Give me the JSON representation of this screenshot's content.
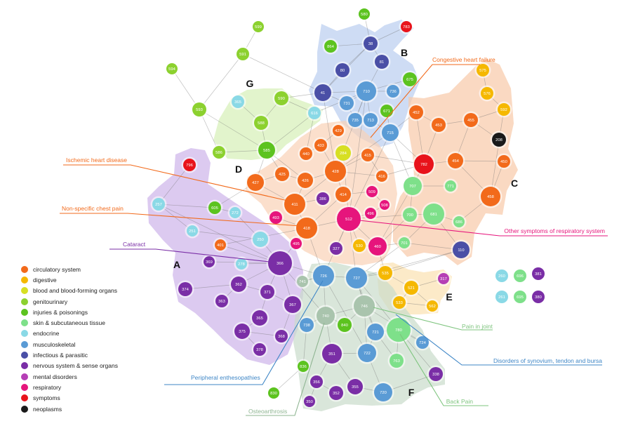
{
  "colors": {
    "circulatory": "#f26a1b",
    "digestive": "#f5b800",
    "blood": "#d7df23",
    "genitourinary": "#8cd12f",
    "injuries": "#5cc31f",
    "skin": "#7ee08a",
    "endocrine": "#8ad9e6",
    "musculoskeletal": "#5a9bd5",
    "infectious": "#4a4fa6",
    "nervous": "#7a2ea6",
    "mental": "#b53fb5",
    "respiratory": "#e6157c",
    "symptoms": "#e8131b",
    "neoplasms": "#1a1a1a",
    "osteo": "#a9c4ad"
  },
  "legend": [
    {
      "label": "circulatory system",
      "cat": "circulatory"
    },
    {
      "label": "digestive",
      "cat": "digestive"
    },
    {
      "label": "blood and blood-forming organs",
      "cat": "blood"
    },
    {
      "label": "genitourinary",
      "cat": "genitourinary"
    },
    {
      "label": "injuries & poisonings",
      "cat": "injuries"
    },
    {
      "label": "skin & subcutaneous tissue",
      "cat": "skin"
    },
    {
      "label": "endocrine",
      "cat": "endocrine"
    },
    {
      "label": "musculoskeletal",
      "cat": "musculoskeletal"
    },
    {
      "label": "infectious & parasitic",
      "cat": "infectious"
    },
    {
      "label": "nervous system & sense organs",
      "cat": "nervous"
    },
    {
      "label": "mental disorders",
      "cat": "mental"
    },
    {
      "label": "respiratory",
      "cat": "respiratory"
    },
    {
      "label": "symptoms",
      "cat": "symptoms"
    },
    {
      "label": "neoplasms",
      "cat": "neoplasms"
    }
  ],
  "clusters": [
    {
      "label": "A",
      "fill": "#cdb3ea"
    },
    {
      "label": "B",
      "fill": "#b9cdf0"
    },
    {
      "label": "C",
      "fill": "#f8c9a8"
    },
    {
      "label": "D",
      "fill": "#f9d2b6"
    },
    {
      "label": "E",
      "fill": "#fbe1b0"
    },
    {
      "label": "F",
      "fill": "#c9dccb"
    },
    {
      "label": "G",
      "fill": "#d6efb6"
    }
  ],
  "annotations": [
    {
      "text": "Congestive heart failure",
      "color": "#f26a1b"
    },
    {
      "text": "Ischemic heart disease",
      "color": "#f26a1b"
    },
    {
      "text": "Non-specific chest pain",
      "color": "#f26a1b"
    },
    {
      "text": "Cataract",
      "color": "#7a2ea6"
    },
    {
      "text": "Other symptoms of respiratory system",
      "color": "#e6157c"
    },
    {
      "text": "Pain in joint",
      "color": "#7ec47e"
    },
    {
      "text": "Disorders of synovium, tendon and bursa",
      "color": "#3e86c6"
    },
    {
      "text": "Peripheral enthesopathies",
      "color": "#3e86c6"
    },
    {
      "text": "Back Pain",
      "color": "#7ec47e"
    },
    {
      "text": "Osteoarthrosis",
      "color": "#8fb592"
    }
  ],
  "nodes": [
    {
      "id": "580",
      "cat": "injuries"
    },
    {
      "id": "783",
      "cat": "symptoms"
    },
    {
      "id": "599",
      "cat": "genitourinary"
    },
    {
      "id": "591",
      "cat": "genitourinary"
    },
    {
      "id": "594",
      "cat": "genitourinary"
    },
    {
      "id": "593",
      "cat": "genitourinary"
    },
    {
      "id": "864",
      "cat": "injuries"
    },
    {
      "id": "38",
      "cat": "infectious"
    },
    {
      "id": "80",
      "cat": "infectious"
    },
    {
      "id": "81",
      "cat": "infectious"
    },
    {
      "id": "41",
      "cat": "infectious"
    },
    {
      "id": "710",
      "cat": "musculoskeletal"
    },
    {
      "id": "736",
      "cat": "musculoskeletal"
    },
    {
      "id": "731",
      "cat": "musculoskeletal"
    },
    {
      "id": "735",
      "cat": "musculoskeletal"
    },
    {
      "id": "713",
      "cat": "musculoskeletal"
    },
    {
      "id": "675",
      "cat": "injuries"
    },
    {
      "id": "671",
      "cat": "injuries"
    },
    {
      "id": "715",
      "cat": "musculoskeletal"
    },
    {
      "id": "575",
      "cat": "digestive"
    },
    {
      "id": "576",
      "cat": "digestive"
    },
    {
      "id": "592",
      "cat": "digestive"
    },
    {
      "id": "452",
      "cat": "circulatory"
    },
    {
      "id": "453",
      "cat": "circulatory"
    },
    {
      "id": "455",
      "cat": "circulatory"
    },
    {
      "id": "208",
      "cat": "neoplasms"
    },
    {
      "id": "782",
      "cat": "symptoms"
    },
    {
      "id": "454",
      "cat": "circulatory"
    },
    {
      "id": "450",
      "cat": "circulatory"
    },
    {
      "id": "458",
      "cat": "circulatory"
    },
    {
      "id": "707",
      "cat": "skin"
    },
    {
      "id": "771",
      "cat": "skin"
    },
    {
      "id": "700",
      "cat": "skin"
    },
    {
      "id": "681",
      "cat": "skin"
    },
    {
      "id": "686",
      "cat": "skin"
    },
    {
      "id": "701",
      "cat": "skin"
    },
    {
      "id": "110",
      "cat": "infectious"
    },
    {
      "id": "365",
      "cat": "endocrine"
    },
    {
      "id": "590",
      "cat": "genitourinary"
    },
    {
      "id": "616",
      "cat": "endocrine"
    },
    {
      "id": "588",
      "cat": "genitourinary"
    },
    {
      "id": "586",
      "cat": "genitourinary"
    },
    {
      "id": "585",
      "cat": "injuries"
    },
    {
      "id": "429",
      "cat": "circulatory"
    },
    {
      "id": "433",
      "cat": "circulatory"
    },
    {
      "id": "440",
      "cat": "circulatory"
    },
    {
      "id": "284",
      "cat": "blood"
    },
    {
      "id": "415",
      "cat": "circulatory"
    },
    {
      "id": "428",
      "cat": "circulatory"
    },
    {
      "id": "416",
      "cat": "circulatory"
    },
    {
      "id": "425",
      "cat": "circulatory"
    },
    {
      "id": "427",
      "cat": "circulatory"
    },
    {
      "id": "426",
      "cat": "circulatory"
    },
    {
      "id": "414",
      "cat": "circulatory"
    },
    {
      "id": "509",
      "cat": "respiratory"
    },
    {
      "id": "386",
      "cat": "nervous"
    },
    {
      "id": "411",
      "cat": "circulatory"
    },
    {
      "id": "508",
      "cat": "respiratory"
    },
    {
      "id": "496",
      "cat": "respiratory"
    },
    {
      "id": "796",
      "cat": "symptoms"
    },
    {
      "id": "257",
      "cat": "endocrine"
    },
    {
      "id": "605",
      "cat": "injuries"
    },
    {
      "id": "272",
      "cat": "endocrine"
    },
    {
      "id": "493",
      "cat": "respiratory"
    },
    {
      "id": "418",
      "cat": "circulatory"
    },
    {
      "id": "512",
      "cat": "respiratory"
    },
    {
      "id": "251",
      "cat": "endocrine"
    },
    {
      "id": "250",
      "cat": "endocrine"
    },
    {
      "id": "495",
      "cat": "respiratory"
    },
    {
      "id": "401",
      "cat": "circulatory"
    },
    {
      "id": "327",
      "cat": "nervous"
    },
    {
      "id": "530",
      "cat": "digestive"
    },
    {
      "id": "460",
      "cat": "respiratory"
    },
    {
      "id": "369",
      "cat": "nervous"
    },
    {
      "id": "278",
      "cat": "endocrine"
    },
    {
      "id": "366",
      "cat": "nervous"
    },
    {
      "id": "374",
      "cat": "nervous"
    },
    {
      "id": "362",
      "cat": "nervous"
    },
    {
      "id": "371",
      "cat": "nervous"
    },
    {
      "id": "363",
      "cat": "nervous"
    },
    {
      "id": "367",
      "cat": "nervous"
    },
    {
      "id": "365b",
      "label": "365",
      "cat": "nervous"
    },
    {
      "id": "375",
      "cat": "nervous"
    },
    {
      "id": "368",
      "cat": "nervous"
    },
    {
      "id": "378",
      "cat": "nervous"
    },
    {
      "id": "741",
      "cat": "osteo"
    },
    {
      "id": "726",
      "cat": "musculoskeletal"
    },
    {
      "id": "727",
      "cat": "musculoskeletal"
    },
    {
      "id": "535",
      "cat": "digestive"
    },
    {
      "id": "521",
      "cat": "digestive"
    },
    {
      "id": "317",
      "cat": "mental"
    },
    {
      "id": "533",
      "cat": "digestive"
    },
    {
      "id": "562",
      "cat": "digestive"
    },
    {
      "id": "740",
      "cat": "osteo"
    },
    {
      "id": "746",
      "cat": "osteo"
    },
    {
      "id": "840",
      "cat": "injuries"
    },
    {
      "id": "738",
      "cat": "musculoskeletal"
    },
    {
      "id": "721",
      "cat": "musculoskeletal"
    },
    {
      "id": "780",
      "cat": "skin"
    },
    {
      "id": "724",
      "cat": "musculoskeletal"
    },
    {
      "id": "351",
      "cat": "nervous"
    },
    {
      "id": "722",
      "cat": "musculoskeletal"
    },
    {
      "id": "763",
      "cat": "skin"
    },
    {
      "id": "836",
      "cat": "injuries"
    },
    {
      "id": "338",
      "cat": "nervous"
    },
    {
      "id": "356",
      "cat": "nervous"
    },
    {
      "id": "355",
      "cat": "nervous"
    },
    {
      "id": "720",
      "cat": "musculoskeletal"
    },
    {
      "id": "352",
      "cat": "nervous"
    },
    {
      "id": "830",
      "cat": "injuries"
    },
    {
      "id": "350",
      "cat": "nervous"
    },
    {
      "id": "260",
      "cat": "endocrine"
    },
    {
      "id": "696",
      "cat": "skin"
    },
    {
      "id": "381",
      "cat": "nervous"
    },
    {
      "id": "261",
      "cat": "endocrine"
    },
    {
      "id": "695",
      "cat": "skin"
    },
    {
      "id": "380",
      "cat": "nervous"
    }
  ]
}
